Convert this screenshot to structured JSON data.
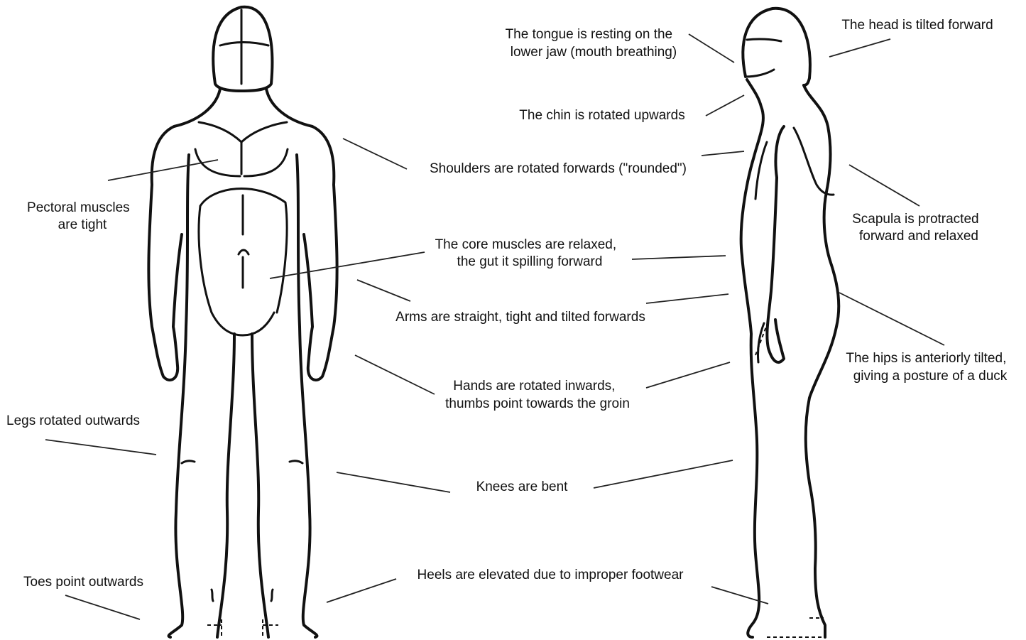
{
  "labels": {
    "pectoral": [
      "Pectoral muscles",
      "are tight"
    ],
    "legs": [
      "Legs rotated outwards"
    ],
    "toes": [
      "Toes point outwards"
    ],
    "tongue": [
      "The tongue is resting on the",
      "lower jaw (mouth breathing)"
    ],
    "chin": [
      "The chin is rotated upwards"
    ],
    "shoulders": [
      "Shoulders are rotated forwards (\"rounded\")"
    ],
    "core": [
      "The core muscles are relaxed,",
      "the gut it spilling forward"
    ],
    "arms": [
      "Arms are straight, tight and tilted forwards"
    ],
    "hands": [
      "Hands are rotated inwards,",
      "thumbs point towards the groin"
    ],
    "knees": [
      "Knees are bent"
    ],
    "heels": [
      "Heels are elevated due to improper footwear"
    ],
    "head": [
      "The head is tilted forward"
    ],
    "scapula": [
      "Scapula is protracted",
      "forward and relaxed"
    ],
    "hips": [
      "The hips is anteriorly tilted,",
      "giving a posture of a duck"
    ]
  }
}
